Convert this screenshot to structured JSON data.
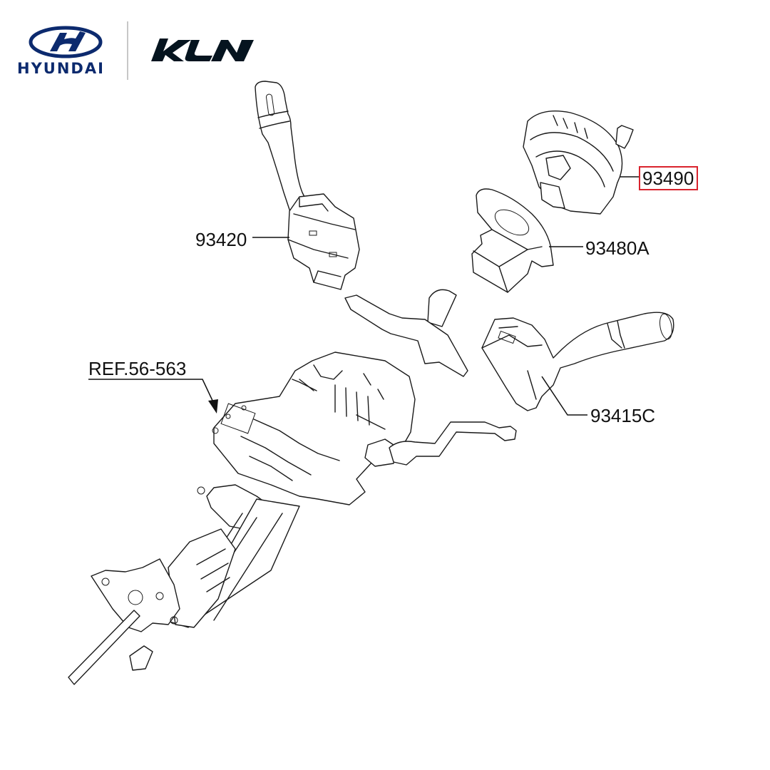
{
  "header": {
    "brand_left": "HYUNDAI",
    "brand_right": "KIA",
    "brand_left_color": "#0c2a6e",
    "brand_right_color": "#05141f"
  },
  "diagram": {
    "title": "Steering column & multifunction switch assembly",
    "callouts": [
      {
        "id": "93490",
        "label": "93490",
        "highlighted": true,
        "highlight_color": "#d9232d",
        "part": "clock-spring"
      },
      {
        "id": "93480A",
        "label": "93480A",
        "highlighted": false,
        "part": "steering-angle-sensor"
      },
      {
        "id": "93420",
        "label": "93420",
        "highlighted": false,
        "part": "light-switch-lever"
      },
      {
        "id": "93415C",
        "label": "93415C",
        "highlighted": false,
        "part": "wiper-switch-lever"
      },
      {
        "id": "REF.56-563",
        "label": "REF.56-563",
        "highlighted": false,
        "part": "steering-column"
      }
    ]
  }
}
